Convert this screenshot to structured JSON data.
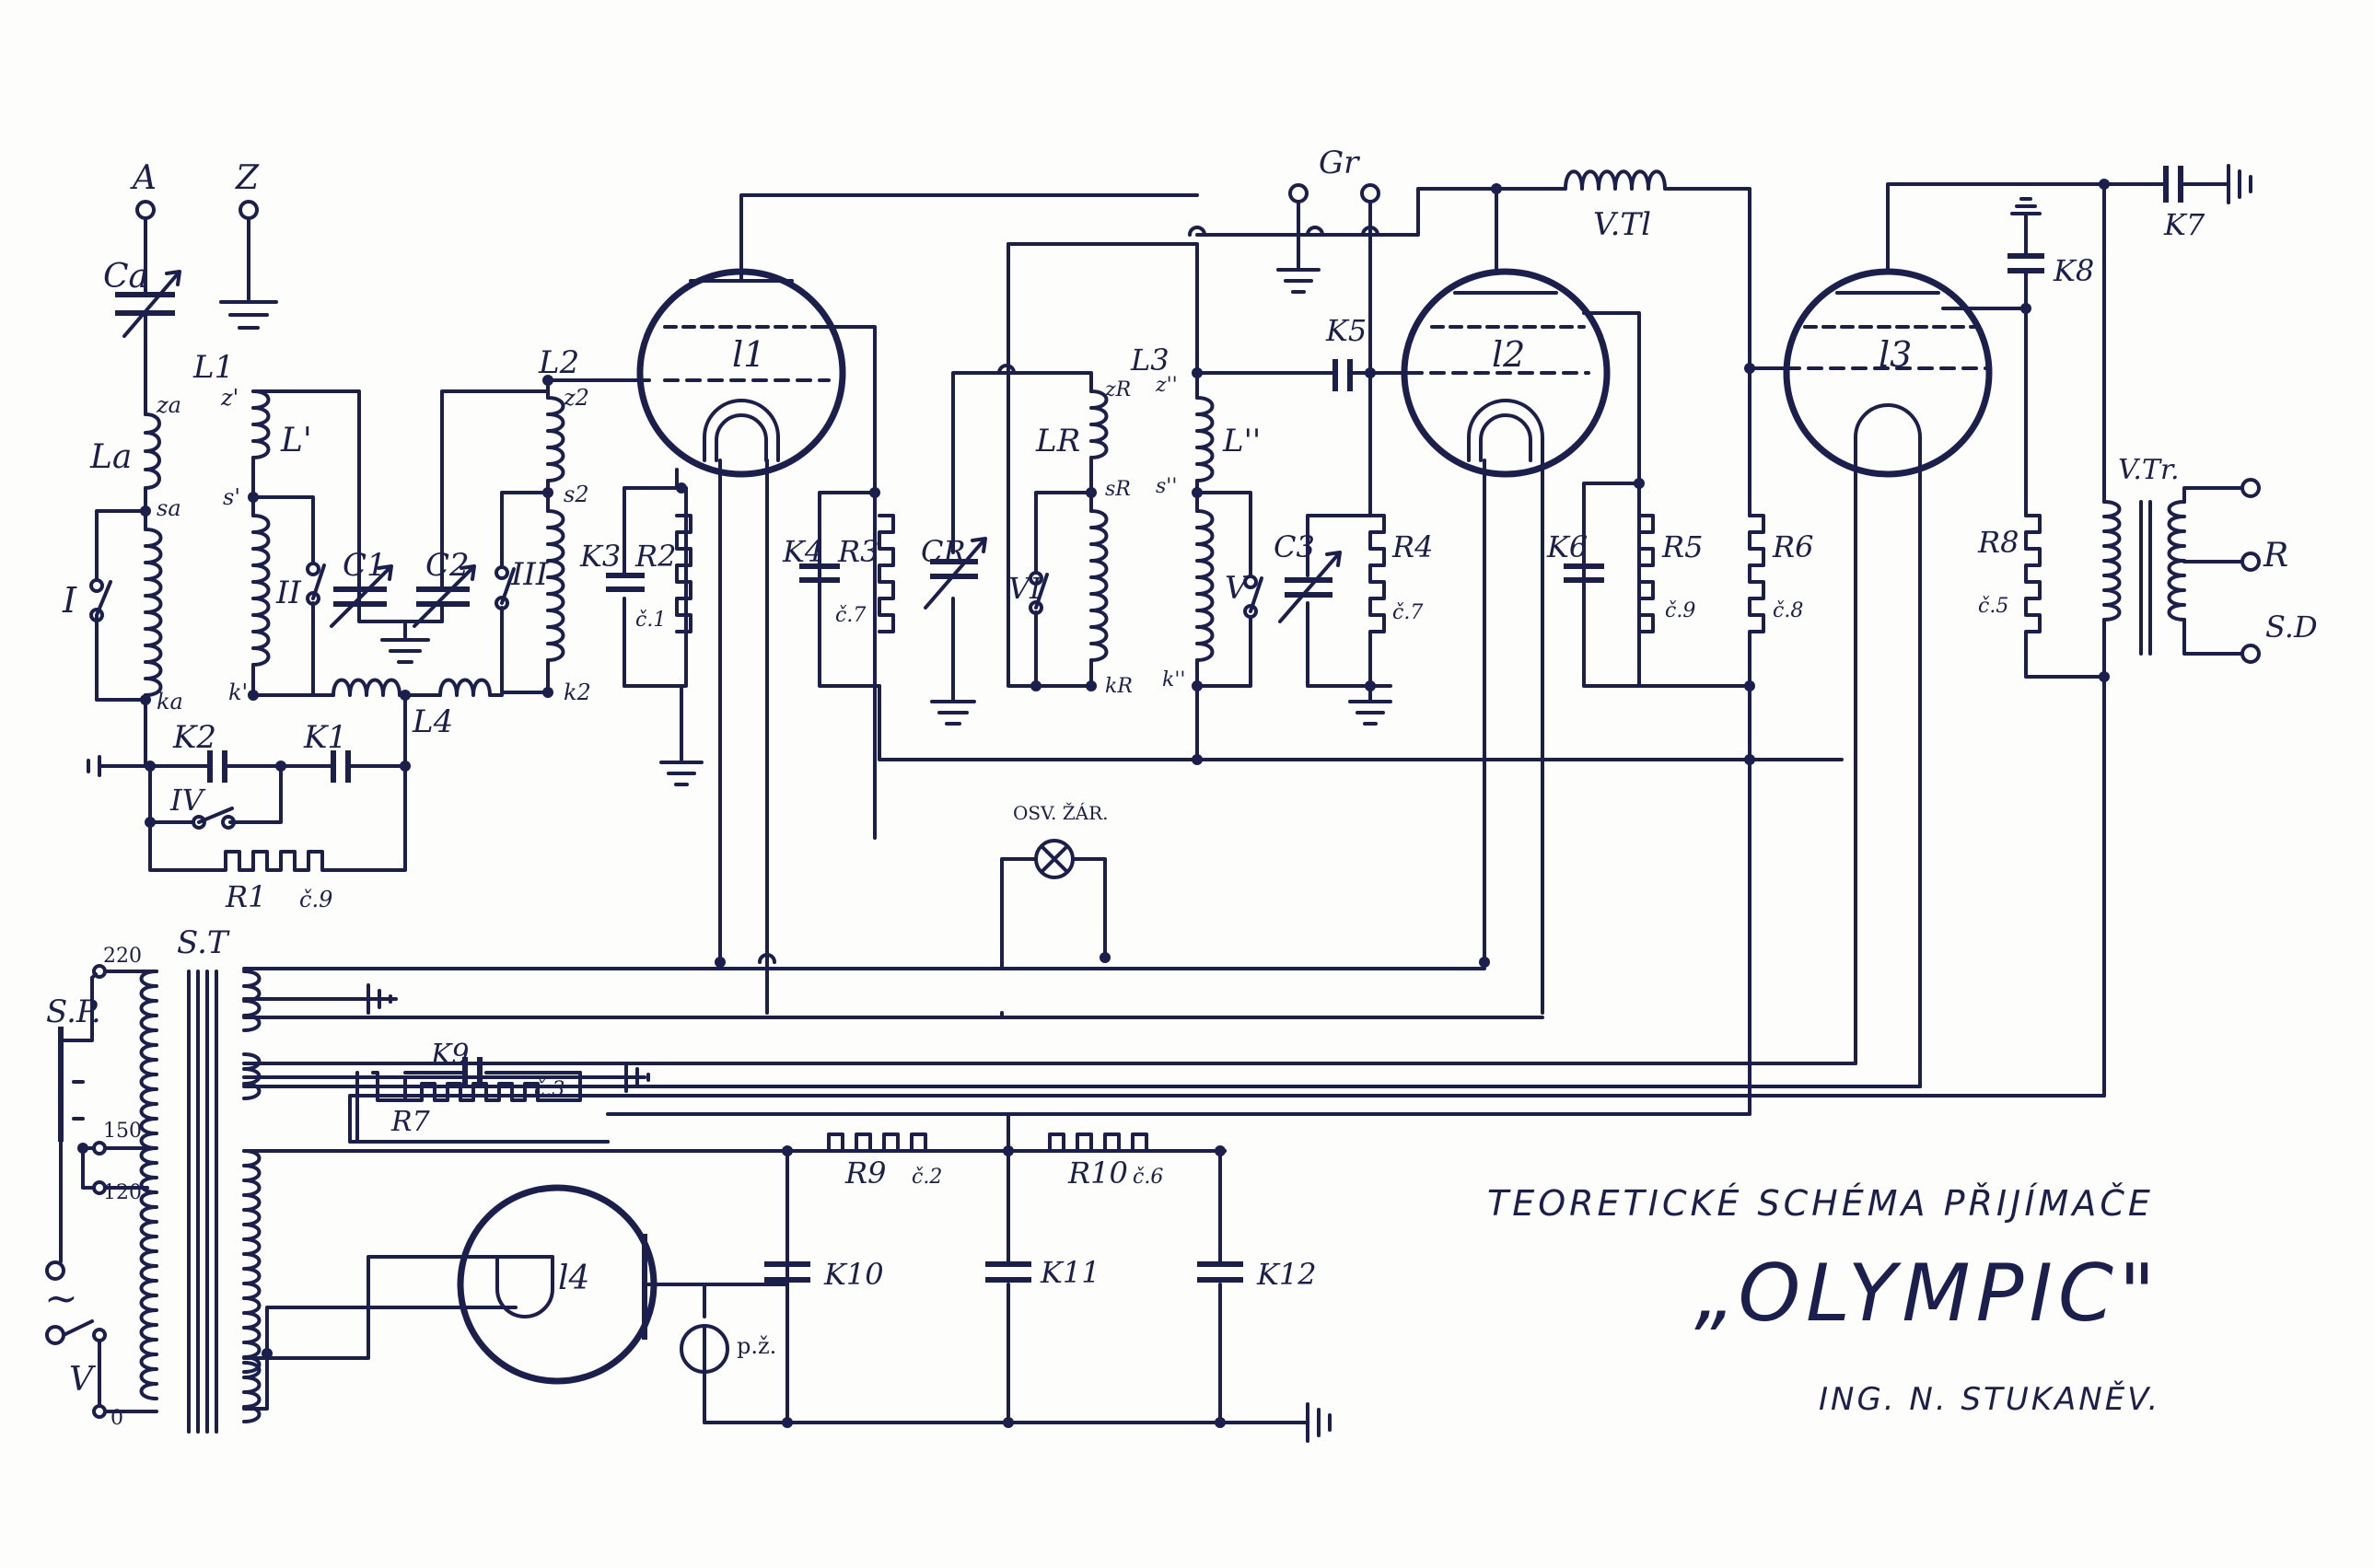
{
  "title": {
    "line1": "TEORETICKÉ SCHÉMA PŘIJÍMAČE",
    "line2": "„OLYMPIC\"",
    "line3": "ING. N. STUKANĚV."
  },
  "labels": {
    "A": "A",
    "Z": "Z",
    "Ca": "Ca",
    "La": "La",
    "za": "za",
    "sa": "sa",
    "ka": "ka",
    "L1": "L1",
    "Lp": "L'",
    "zp": "z'",
    "sp": "s'",
    "kp": "k'",
    "C1": "C1",
    "C2": "C2",
    "L2": "L2",
    "z2": "z2",
    "s2": "s2",
    "k2": "k2",
    "L4": "L4",
    "K1": "K1",
    "K2": "K2",
    "R1": "R1",
    "R1c": "č.9",
    "I": "I",
    "II": "II",
    "III": "III",
    "IV": "IV",
    "V": "V",
    "VI": "VI",
    "K3": "K3",
    "R2": "R2",
    "R2c": "č.1",
    "l1": "l1",
    "l2": "l2",
    "l3": "l3",
    "l4": "l4",
    "K4": "K4",
    "R3": "R3",
    "R3c": "č.7",
    "CR": "CR",
    "LR": "LR",
    "zR": "zR",
    "sR": "sR",
    "kR": "kR",
    "L3": "L3",
    "Lpp": "L''",
    "zpp": "z''",
    "spp": "s''",
    "kpp": "k''",
    "Gr": "Gr",
    "K5": "K5",
    "C3": "C3",
    "R4": "R4",
    "R4c": "č.7",
    "VTl": "V.Tl",
    "K6": "K6",
    "R5": "R5",
    "R5c": "č.9",
    "R6": "R6",
    "R6c": "č.8",
    "K7": "K7",
    "K8": "K8",
    "R8": "R8",
    "R8c": "č.5",
    "VTr": "V.Tr.",
    "R": "R",
    "SD": "S.D",
    "OSV": "OSV. ŽÁR.",
    "ST": "S.T",
    "SP": "S.P.",
    "v220": "220",
    "v150": "150",
    "v120": "120",
    "v0": "0",
    "tilde": "~",
    "Vsw": "V",
    "K9": "K9",
    "K9c": "č.3",
    "R7": "R7",
    "R9": "R9",
    "R9c": "č.2",
    "R10": "R10",
    "R10c": "č.6",
    "K10": "K10",
    "K11": "K11",
    "K12": "K12",
    "pz": "p.ž."
  },
  "colors": {
    "ink": "#1a1f4e",
    "paper": "#fdfdfb"
  }
}
